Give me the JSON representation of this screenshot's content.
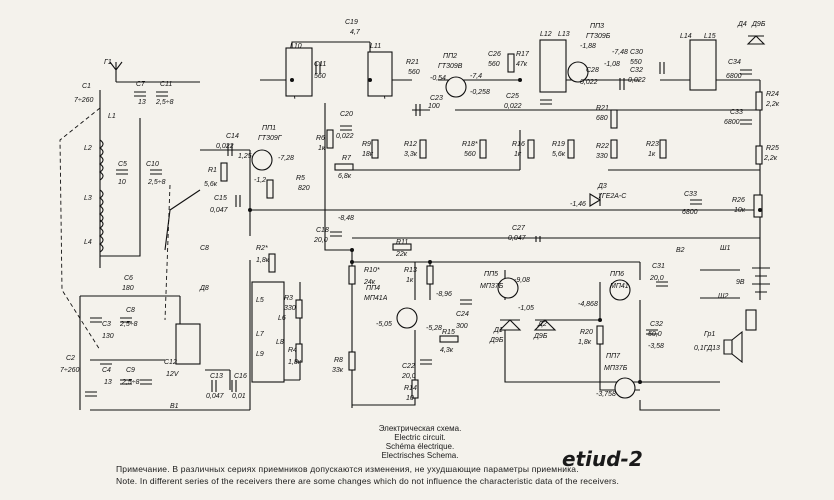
{
  "diagram": {
    "captions": [
      "Электрическая схема.",
      "Electric circuit.",
      "Schéma électrique.",
      "Electrisches Schema."
    ],
    "brand": "etiud-2",
    "notes": [
      "Примечание. В различных сериях приемников допускаются изменения, не ухудшающие параметры приемника.",
      "Note. In different series of the receivers there are some changes which do not influence the characteristic data of the receivers."
    ],
    "labels": {
      "G1": "Г1",
      "C1": "C1",
      "C1v": "7÷260",
      "C7": "C7",
      "C7v": "13",
      "C11a": "C11",
      "C11av": "2,5÷8",
      "L1": "L1",
      "L2": "L2",
      "L3": "L3",
      "L4": "L4",
      "C5": "C5",
      "C5v": "10",
      "C10": "C10",
      "C10v": "2,5÷8",
      "C14": "C14",
      "C14v": "0,022",
      "PP1": "ПП1",
      "PP1t": "ГТ309Г",
      "v728": "-7,28",
      "v125": "1,25",
      "v12": "-1,2",
      "R1": "R1",
      "R1v": "5,6к",
      "C15": "C15",
      "C15v": "0,047",
      "R5": "R5",
      "R5v": "820",
      "R2": "R2*",
      "R2v": "1,8к",
      "C8": "C8",
      "D8": "Д8",
      "C19": "C19",
      "C19v": "4,7",
      "L10": "L10",
      "L11": "L11",
      "C11b": "C11",
      "C11bv": "560",
      "R21": "R21",
      "R21v": "560",
      "PP2": "ПП2",
      "PP2t": "ГТ309В",
      "v054": "-0,54",
      "v74": "-7,4",
      "v258": "-0,258",
      "C20": "C20",
      "C20v": "0,022",
      "R6": "R6",
      "R6v": "1к",
      "R9": "R9",
      "R9v": "18к",
      "R7": "R7",
      "R7v": "6,8к",
      "R12": "R12",
      "R12v": "3,3к",
      "C23": "C23",
      "C23v": "100",
      "R18": "R18*",
      "R18v": "560",
      "C26": "C26",
      "C26v": "560",
      "R17": "R17",
      "R17v": "47к",
      "C25": "C25",
      "C25v": "0,022",
      "R16": "R16",
      "R16v": "1к",
      "R19": "R19",
      "R19v": "5,6к",
      "L12": "L12",
      "L13": "L13",
      "PP3": "ПП3",
      "PP3t": "ГТ309Б",
      "v188": "-1,88",
      "v748": "-7,48",
      "v108": "-1,08",
      "C28": "C28",
      "C28v": "0,022",
      "C30": "C30",
      "C30v": "550",
      "C32": "C32",
      "C32v": "0,022",
      "R21b": "R21",
      "R21bv": "680",
      "R22": "R22",
      "R22v": "330",
      "R23": "R23",
      "R23v": "1к",
      "L14": "L14",
      "L15": "L15",
      "D4": "Д4",
      "D4t": "Д9Б",
      "C34": "C34",
      "C34v": "6800",
      "R24": "R24",
      "R24v": "2,2к",
      "C33": "C33",
      "C33v": "6800",
      "R25": "R25",
      "R25v": "2,2к",
      "D3": "Д3",
      "D3t": "7ГЕ2А-С",
      "v146": "-1,46",
      "C33b": "C33",
      "C33bv": "6800",
      "R26": "R26",
      "R26v": "10к",
      "C18": "C18",
      "C18v": "20,0",
      "v848": "-8,48",
      "C27": "C27",
      "C27v": "0,047",
      "R11": "R11",
      "R11v": "22к",
      "R10": "R10*",
      "R10v": "24к",
      "R13": "R13",
      "R13v": "1к",
      "PP4": "ПП4",
      "PP4t": "МП41А",
      "v896": "-8,96",
      "PP5": "ПП5",
      "PP5t": "МП37Б",
      "v908": "-9,08",
      "v105": "-1,05",
      "C24": "C24",
      "C24v": "300",
      "v505": "-5,05",
      "v528": "-5,28",
      "D1": "Д1",
      "D1t": "Д9Б",
      "D2": "Д2",
      "D2t": "Д9Б",
      "R15": "R15",
      "R15v": "4,3к",
      "C22": "C22",
      "C22v": "20,0",
      "R14": "R14",
      "R14v": "10",
      "R8": "R8",
      "R8v": "33к",
      "PP6": "ПП6",
      "PP6t": "МП41",
      "v4868": "-4,868",
      "C31": "C31",
      "C31v": "20,0",
      "R20": "R20",
      "R20v": "1,8к",
      "C32b": "C32",
      "C32bv": "50,0",
      "v358": "-3,58",
      "PP7": "ПП7",
      "PP7t": "МП37Б",
      "v3758": "-3,758",
      "V2": "В2",
      "Sh1": "Ш1",
      "Sh2": "Ш2",
      "B": "9В",
      "Gr1": "Гр1",
      "Gr1t": "0,1ГД13",
      "C6": "C6",
      "C6v": "180",
      "C3": "C3",
      "C3v": "130",
      "C8b": "C8",
      "C8bv": "2,5÷8",
      "C2": "C2",
      "C2v": "7÷260",
      "C4": "C4",
      "C4v": "13",
      "C9": "C9",
      "C9v": "2,5÷8",
      "C12": "C12",
      "C12v": "12V",
      "B1": "В1",
      "C13": "C13",
      "C13v": "0,047",
      "C16": "C16",
      "C16v": "0,01",
      "L5": "L5",
      "L6": "L6",
      "L7": "L7",
      "L8": "L8",
      "L9": "L9",
      "R3": "R3",
      "R3v": "330",
      "R4": "R4",
      "R4v": "1,8к"
    }
  }
}
